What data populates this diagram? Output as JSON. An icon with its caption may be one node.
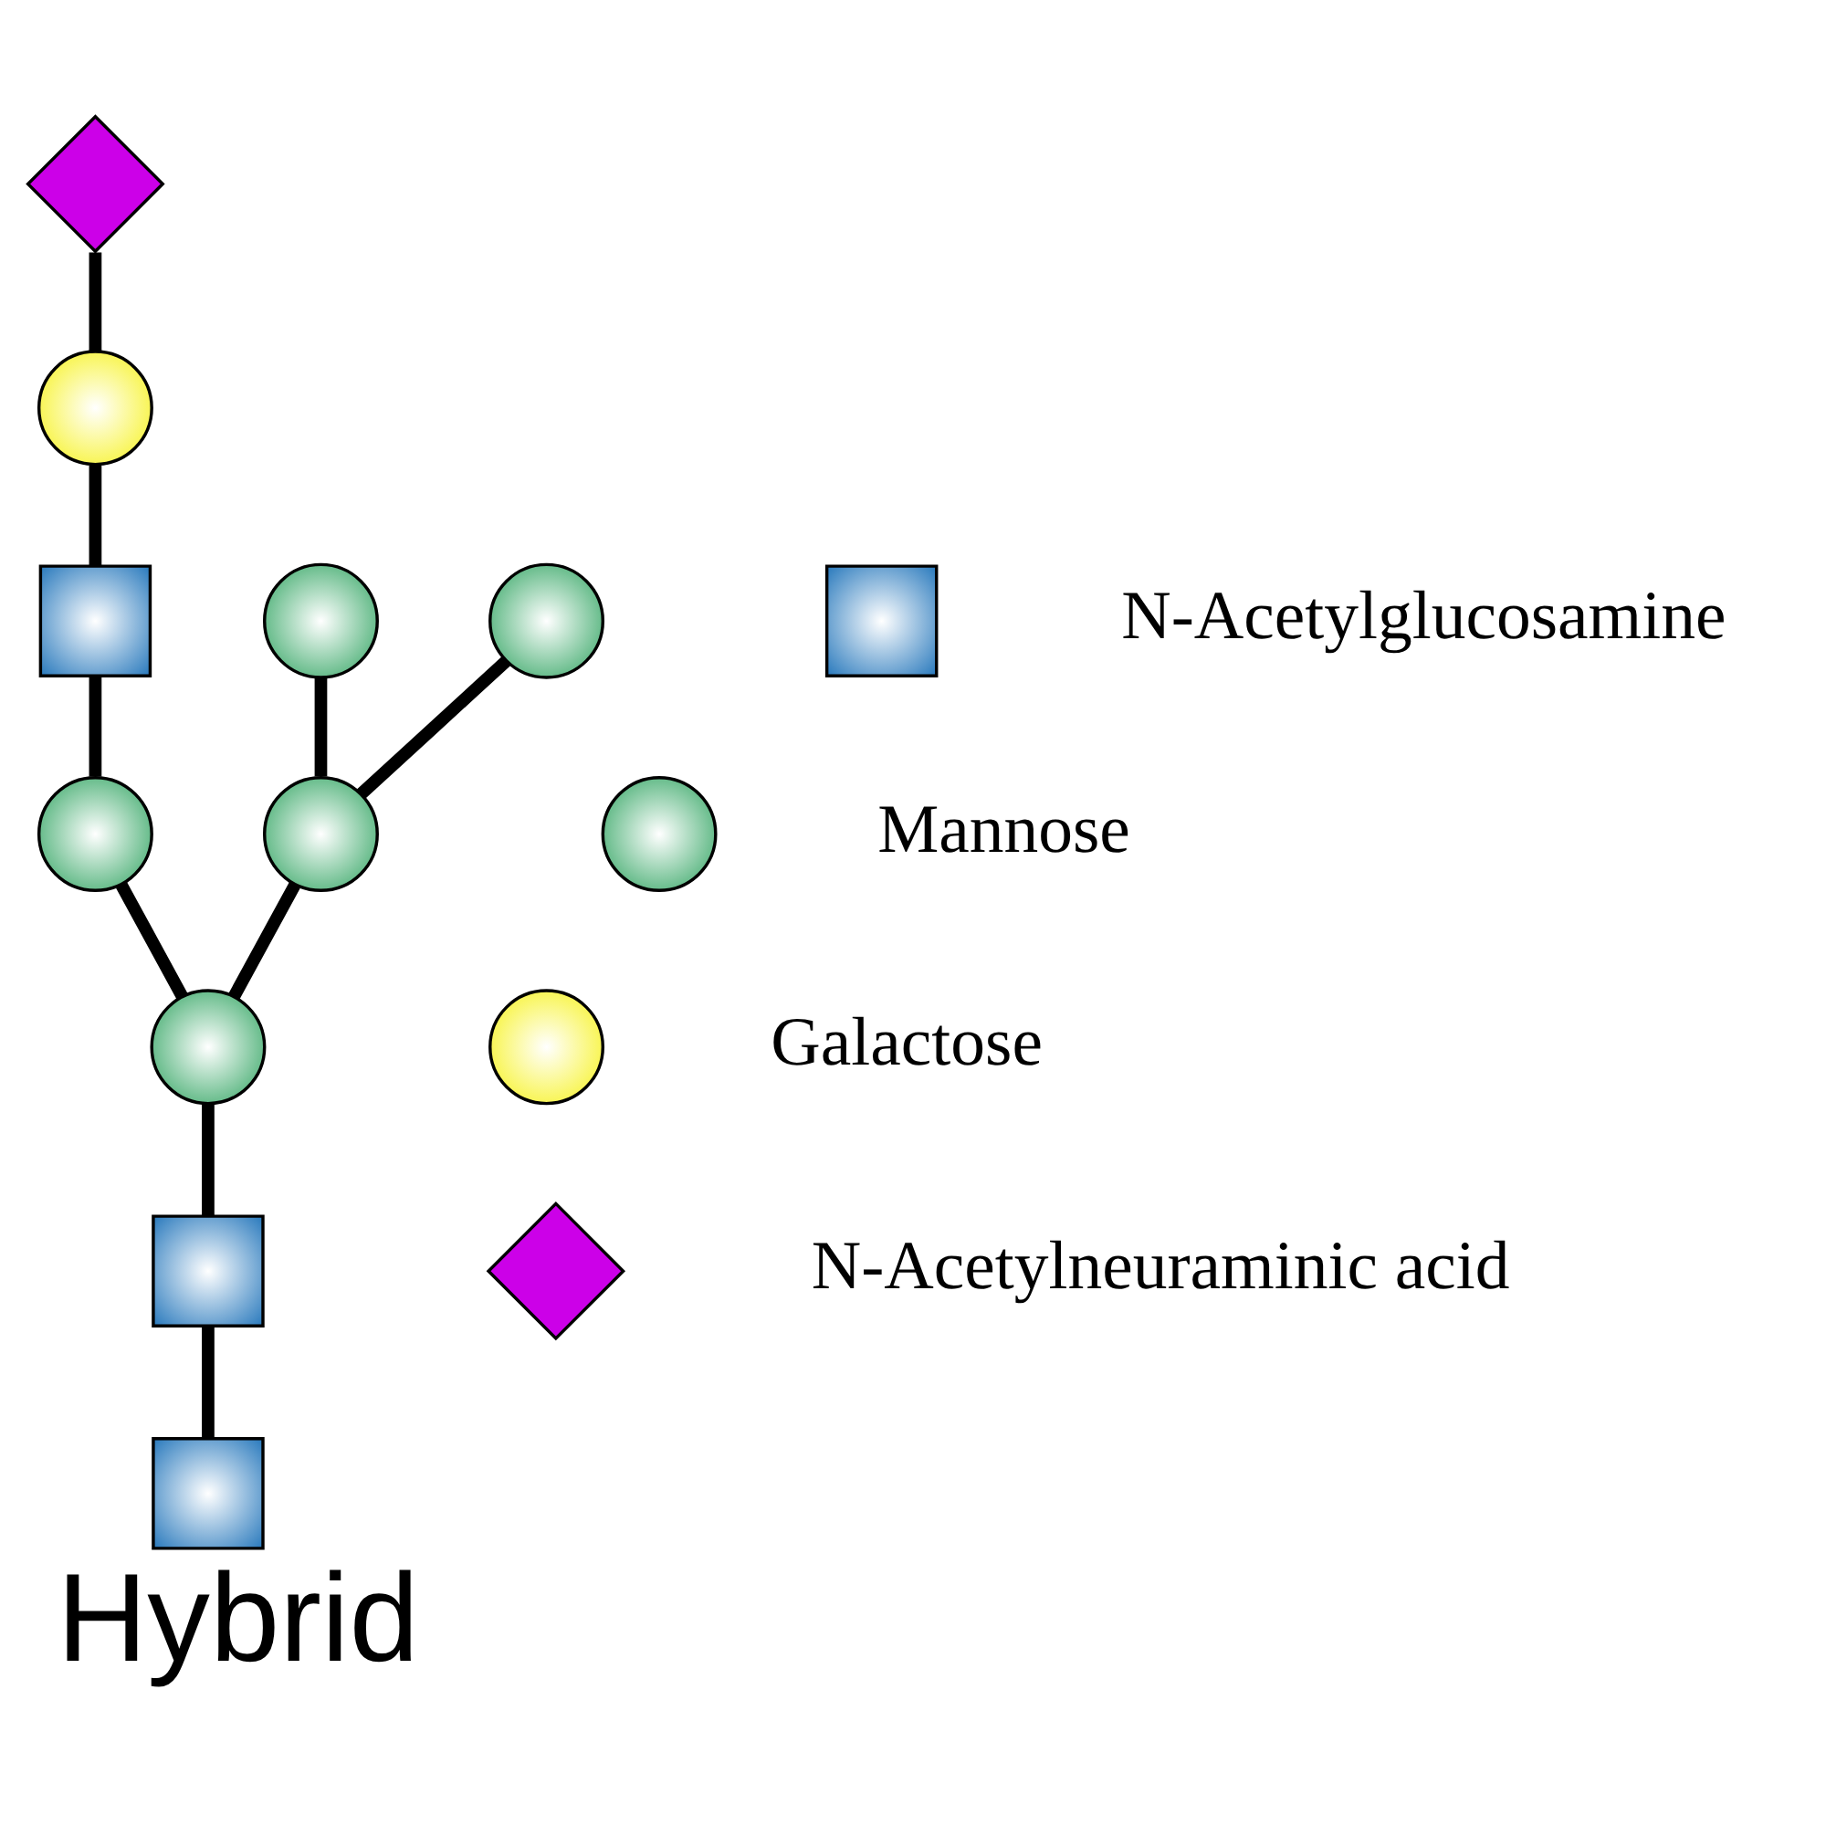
{
  "diagram": {
    "caption": "Hybrid",
    "nodes": [
      {
        "text": [],
        "shape": "diamond"
      },
      {
        "text": [],
        "shape": "circle"
      },
      {
        "text": [],
        "shape": "box"
      },
      {
        "text": [],
        "shape": "circle"
      },
      {
        "text": [],
        "shape": "circle"
      },
      {
        "text": [],
        "shape": "circle"
      },
      {
        "text": [],
        "shape": "circle"
      },
      {
        "text": [],
        "shape": "circle"
      },
      {
        "text": [],
        "shape": "box"
      },
      {
        "text": [],
        "shape": "box"
      },
      {
        "text": [],
        "shape": "box"
      },
      {
        "text": [],
        "shape": "circle"
      },
      {
        "text": [],
        "shape": "circle"
      },
      {
        "text": [],
        "shape": "diamond"
      }
    ],
    "edges": [
      {
        "from": 0,
        "to": 1,
        "arrow": "none"
      },
      {
        "from": 1,
        "to": 2,
        "arrow": "none"
      },
      {
        "from": 2,
        "to": 5,
        "arrow": "none"
      },
      {
        "from": 5,
        "to": 7,
        "arrow": "none"
      },
      {
        "from": 3,
        "to": 6,
        "arrow": "none"
      },
      {
        "from": 4,
        "to": 6,
        "arrow": "none"
      },
      {
        "from": 6,
        "to": 7,
        "arrow": "none"
      },
      {
        "from": 7,
        "to": 8,
        "arrow": "none"
      },
      {
        "from": 8,
        "to": 9,
        "arrow": "none"
      }
    ],
    "legend": [
      {
        "text": "N-Acetylglucosamine"
      },
      {
        "text": "Mannose"
      },
      {
        "text": "Galactose"
      },
      {
        "text": "N-Acetylneuraminic acid"
      }
    ]
  }
}
